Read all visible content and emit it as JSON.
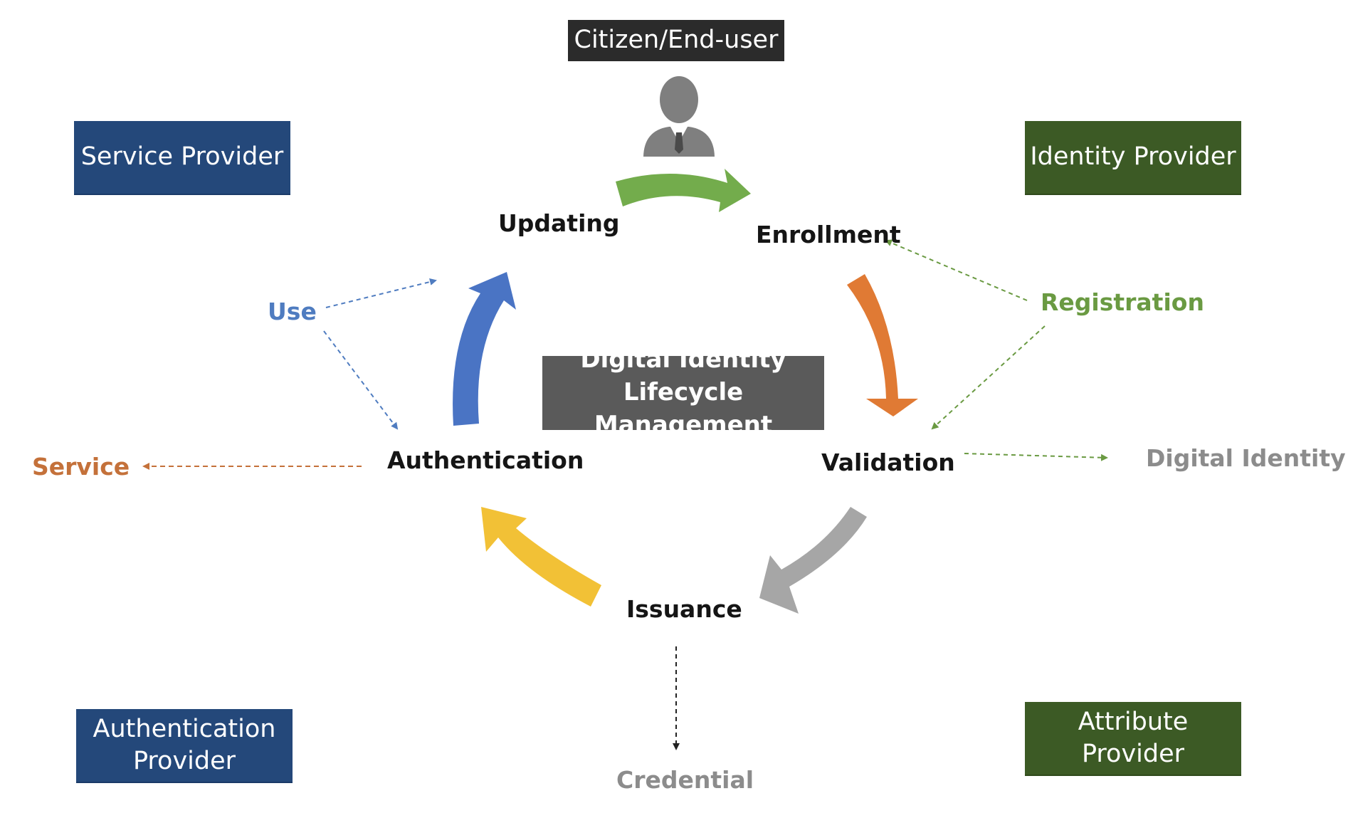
{
  "top_box": {
    "label": "Citizen/End-user"
  },
  "corner_boxes": {
    "service_provider": "Service Provider",
    "identity_provider": "Identity Provider",
    "authentication_provider": "Authentication\nProvider",
    "attribute_provider": "Attribute\nProvider"
  },
  "center": {
    "line1": "Digital Identity",
    "line2": "Lifecycle Management"
  },
  "stages": {
    "updating": "Updating",
    "enrollment": "Enrollment",
    "validation": "Validation",
    "issuance": "Issuance",
    "authentication": "Authentication"
  },
  "outputs": {
    "use": "Use",
    "service": "Service",
    "registration": "Registration",
    "digital_identity": "Digital Identity",
    "credential": "Credential"
  },
  "colors": {
    "arrow_green": "#73ac4c",
    "arrow_orange": "#e07a34",
    "arrow_gray": "#a6a6a6",
    "arrow_yellow": "#f2c136",
    "arrow_blue": "#4a74c4",
    "box_blue": "#24487a",
    "box_green": "#3c5a25",
    "box_dark": "#2b2b2b",
    "box_center": "#5a5a5a"
  }
}
